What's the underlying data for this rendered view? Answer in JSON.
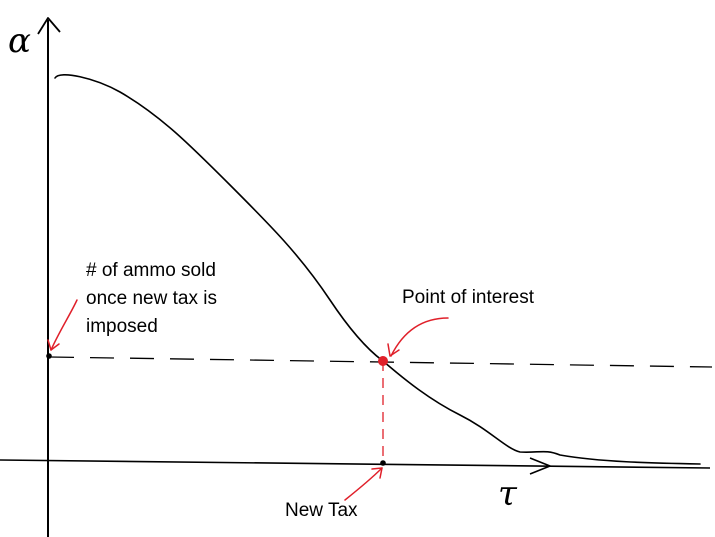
{
  "diagram": {
    "y_axis_symbol": "α",
    "x_axis_symbol": "τ",
    "ammo_label_lines": [
      "# of ammo sold",
      "once new tax is",
      "imposed"
    ],
    "point_label": "Point of interest",
    "tax_label": "New Tax",
    "colors": {
      "ink": "#000000",
      "highlight": "#e0202a"
    }
  }
}
